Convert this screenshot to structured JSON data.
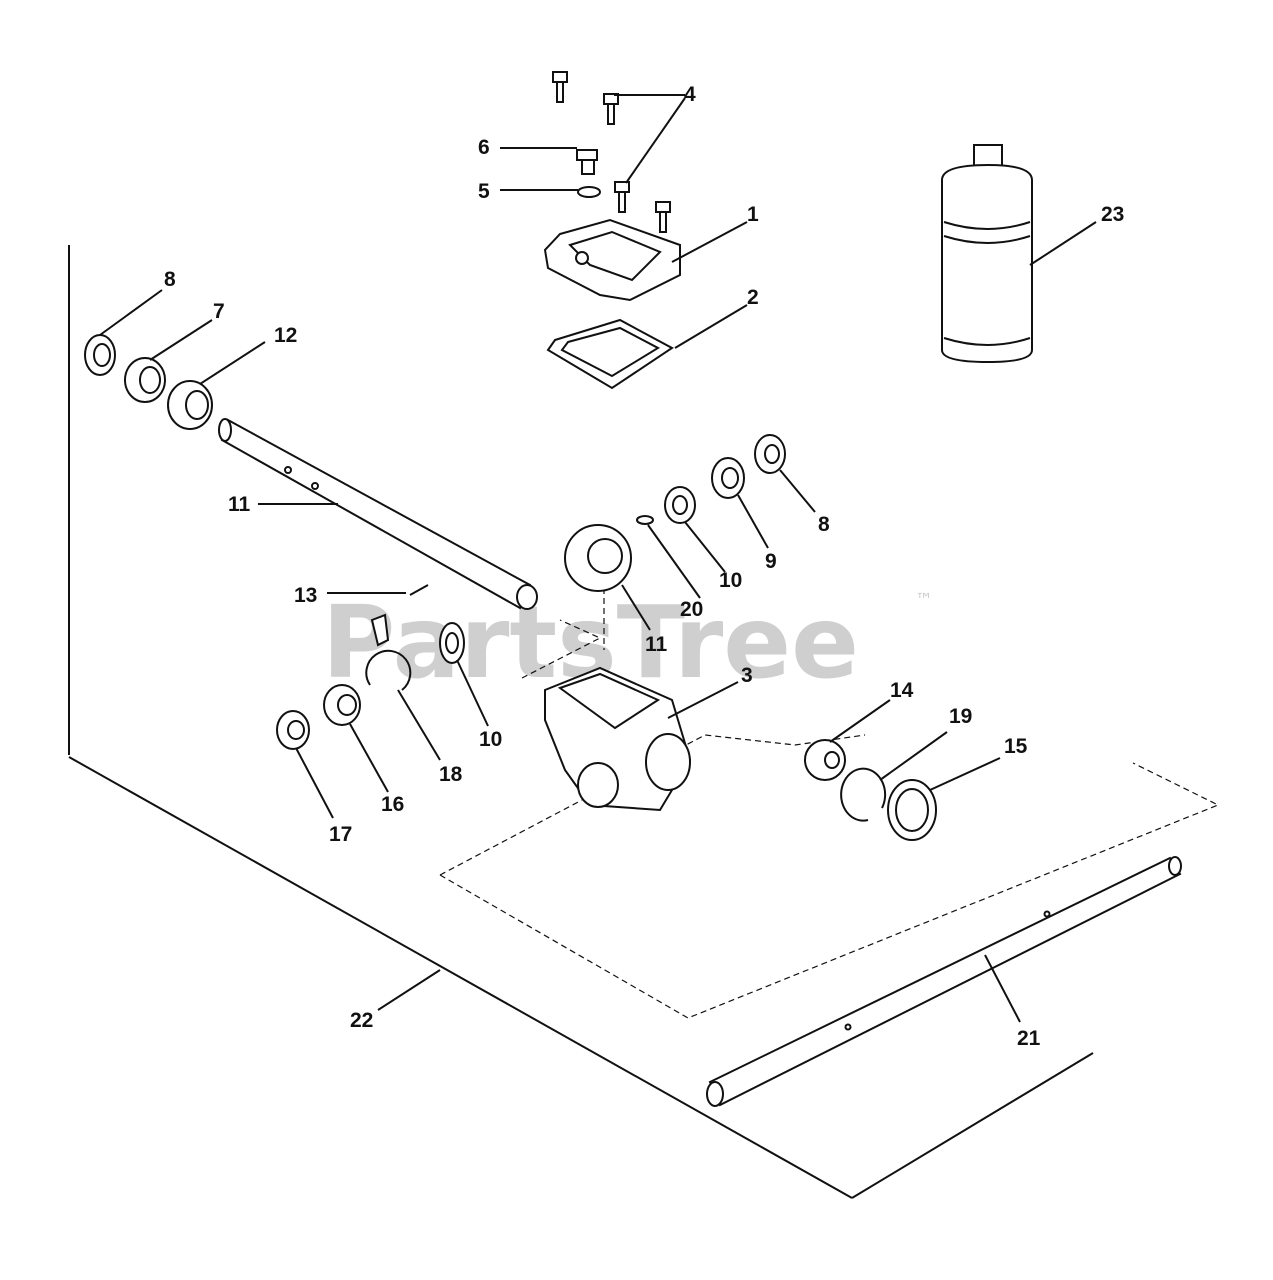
{
  "watermark": {
    "text": "PartsTree",
    "trademark": "™"
  },
  "callouts": [
    {
      "id": "c1",
      "label": "1"
    },
    {
      "id": "c2",
      "label": "2"
    },
    {
      "id": "c3",
      "label": "3"
    },
    {
      "id": "c4",
      "label": "4"
    },
    {
      "id": "c5",
      "label": "5"
    },
    {
      "id": "c6",
      "label": "6"
    },
    {
      "id": "c7",
      "label": "7"
    },
    {
      "id": "c8a",
      "label": "8"
    },
    {
      "id": "c8b",
      "label": "8"
    },
    {
      "id": "c9",
      "label": "9"
    },
    {
      "id": "c10a",
      "label": "10"
    },
    {
      "id": "c10b",
      "label": "10"
    },
    {
      "id": "c11a",
      "label": "11"
    },
    {
      "id": "c11b",
      "label": "11"
    },
    {
      "id": "c12",
      "label": "12"
    },
    {
      "id": "c13",
      "label": "13"
    },
    {
      "id": "c14",
      "label": "14"
    },
    {
      "id": "c15",
      "label": "15"
    },
    {
      "id": "c16",
      "label": "16"
    },
    {
      "id": "c17",
      "label": "17"
    },
    {
      "id": "c18",
      "label": "18"
    },
    {
      "id": "c19",
      "label": "19"
    },
    {
      "id": "c20",
      "label": "20"
    },
    {
      "id": "c21",
      "label": "21"
    },
    {
      "id": "c22",
      "label": "22"
    },
    {
      "id": "c23",
      "label": "23"
    }
  ]
}
